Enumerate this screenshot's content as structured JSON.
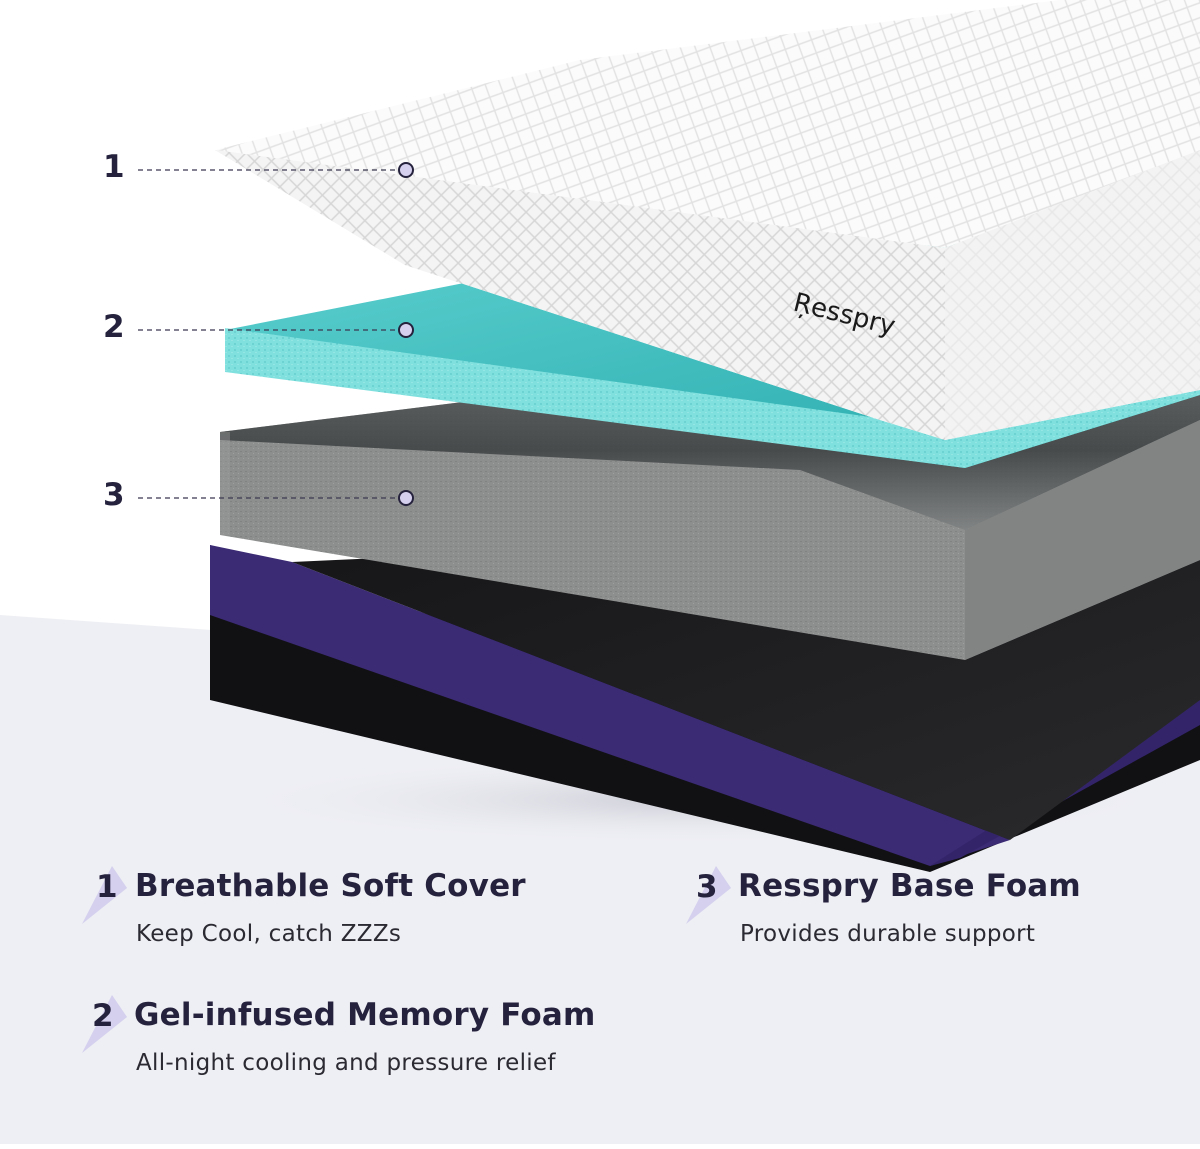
{
  "product": {
    "brand_logo_text": "Ŗesspry",
    "colors": {
      "text_dark": "#25223d",
      "accent_lavender": "#d4d0ee",
      "gel_teal": "#5fd6d6",
      "base_gray": "#8a8b8b",
      "cover_purple": "#3d2b78",
      "cover_black": "#111114",
      "floor": "#eeeff4"
    }
  },
  "callouts": [
    {
      "number": "1",
      "target": "cover"
    },
    {
      "number": "2",
      "target": "gel-foam"
    },
    {
      "number": "3",
      "target": "base-foam"
    }
  ],
  "features": [
    {
      "number": "1",
      "title": "Breathable Soft Cover",
      "subtitle": "Keep Cool, catch ZZZs"
    },
    {
      "number": "2",
      "title": "Gel-infused Memory Foam",
      "subtitle": "All-night cooling and pressure relief"
    },
    {
      "number": "3",
      "title": "Resspry Base Foam",
      "subtitle": "Provides durable support"
    }
  ]
}
